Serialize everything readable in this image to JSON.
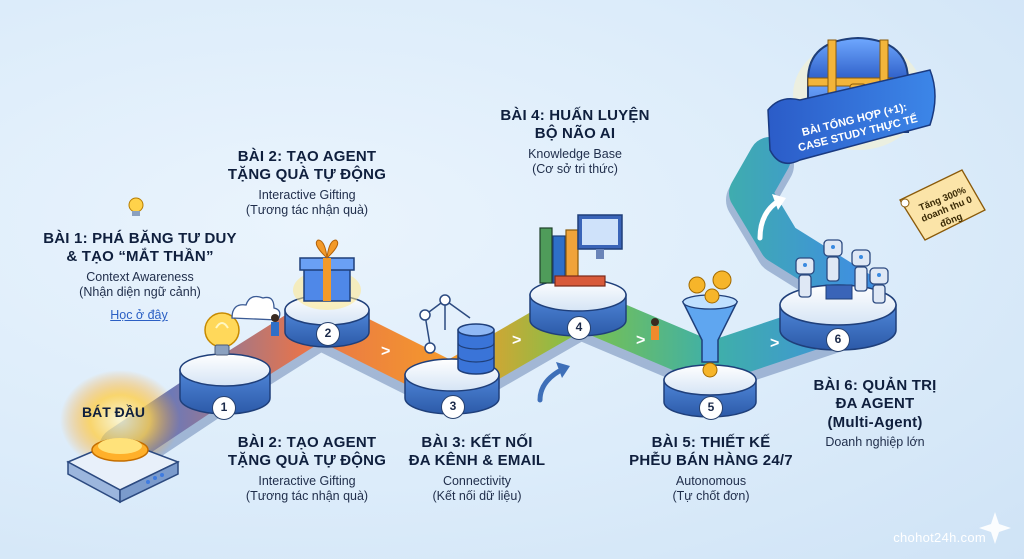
{
  "start_label": "BÁT ĐẦU",
  "steps": [
    {
      "num": "1",
      "title_1": "BÀI 1: PHÁ BĂNG TƯ DUY",
      "title_2": "& TẠO “MẮT THẦN”",
      "sub_1": "Context Awareness",
      "sub_2": "(Nhận diện ngữ cảnh)",
      "link": "Học ở đây"
    },
    {
      "num": "2",
      "title_1": "BÀI 2: TẠO AGENT",
      "title_2": "TẶNG QUÀ TỰ ĐỘNG",
      "sub_1": "Interactive Gifting",
      "sub_2": "(Tương tác nhận quà)"
    },
    {
      "num": "3",
      "title_1": "BÀI 3: KẾT NỐI",
      "title_2": "ĐA KÊNH & EMAIL",
      "sub_1": "Connectivity",
      "sub_2": "(Kết nối dữ liệu)"
    },
    {
      "num": "4",
      "title_1": "BÀI 4: HUẤN LUYỆN",
      "title_2": "BỘ NÃO AI",
      "sub_1": "Knowledge Base",
      "sub_2": "(Cơ sở tri thức)"
    },
    {
      "num": "5",
      "title_1": "BÀI 5: THIẾT KẾ",
      "title_2": "PHỄU BÁN HÀNG 24/7",
      "sub_1": "Autonomous",
      "sub_2": "(Tự chốt đơn)"
    },
    {
      "num": "6",
      "title_1": "BÀI 6: QUẢN TRỊ",
      "title_2": "ĐA AGENT",
      "title_3": "(Multi-Agent)",
      "sub_1": "Doanh nghiệp lớn"
    }
  ],
  "step2_lower": {
    "title_1": "BÀI 2: TẠO AGENT",
    "title_2": "TẶNG QUÀ TỰ ĐỘNG",
    "sub_1": "Interactive Gifting",
    "sub_2": "(Tương tác nhận quà)"
  },
  "final": {
    "banner_1": "BÀI TỔNG HỢP (+1):",
    "banner_2": "CASE STUDY THỰC TẾ",
    "tag_1": "Tăng 300%",
    "tag_2": "doanh thu 0 đồng"
  },
  "brand": "chohot24h.com",
  "colors": {
    "path_start": "#3f7be0",
    "path_mid": "#f08a2c",
    "path_green": "#7cc24a",
    "path_end": "#3fa3d8"
  }
}
